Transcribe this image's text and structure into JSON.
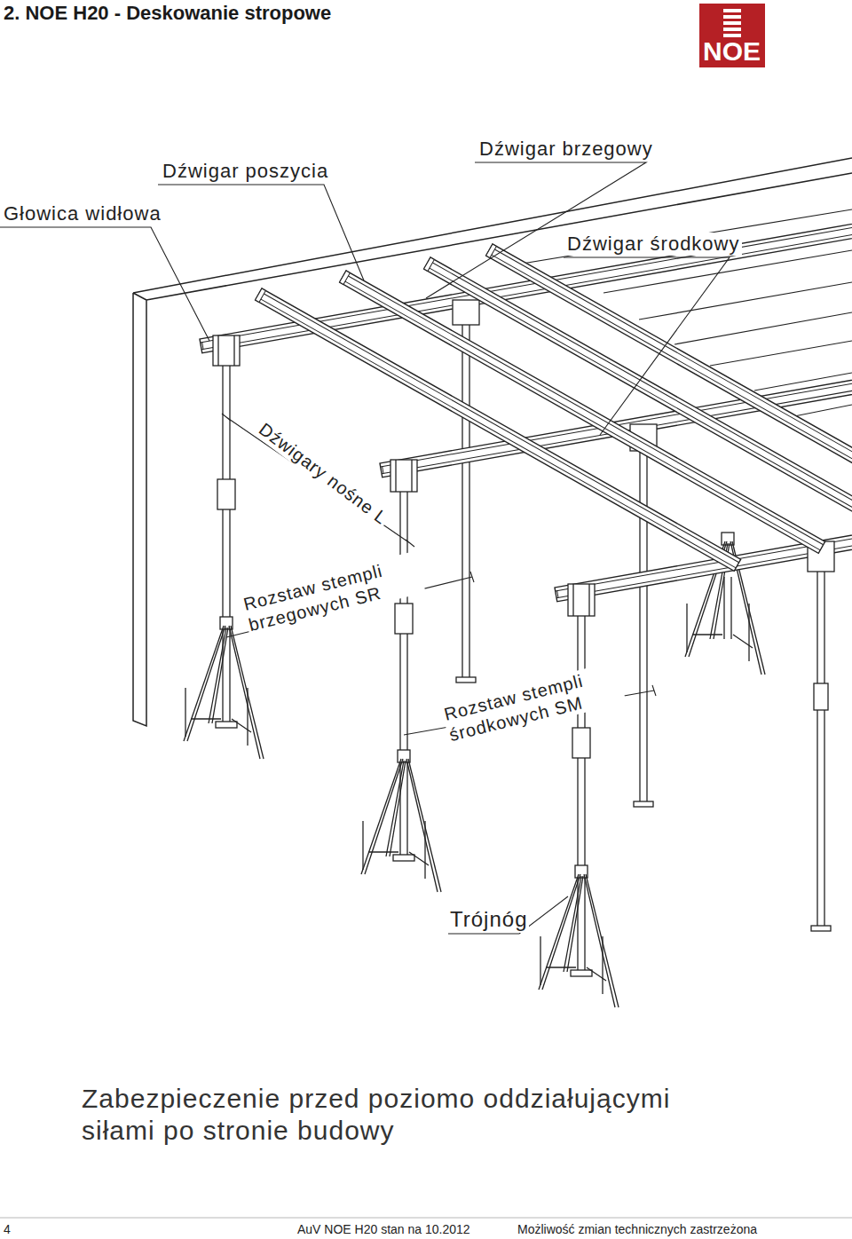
{
  "diagram": {
    "title": "2.  NOE H20 - Deskowanie stropowe",
    "labels": [
      "NOE",
      "Głowica widłowa",
      "Dźwigar poszycia",
      "Dźwigar brzegowy",
      "Dźwigar środkowy",
      "Dźwigary nośne L",
      "Rozstaw stempli brzegowych SR",
      "Rozstaw stempli środkowych SM",
      "Trójnóg",
      "Zabezpieczenie przed poziomo oddziałującymi siłami po stronie budowy",
      "4",
      "AuV NOE H20 stan na 10.2012",
      "Możliwość zmian technicznych zastrzeżona"
    ]
  }
}
